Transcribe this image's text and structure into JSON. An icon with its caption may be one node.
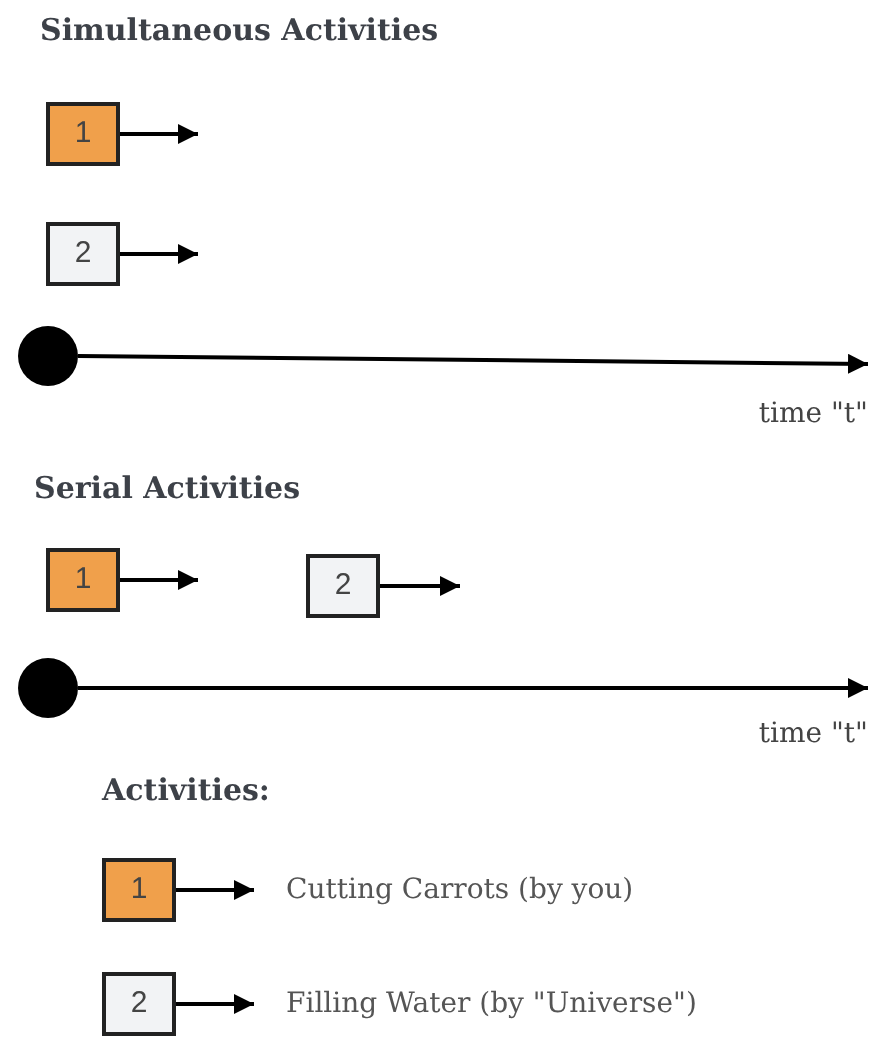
{
  "diagram": {
    "nodes": [
      {
        "text": [
          "1"
        ]
      },
      {
        "text": [
          "2"
        ]
      },
      {
        "text": [],
        "shape": "circle"
      },
      {
        "text": [
          "time \"t\""
        ]
      },
      {
        "text": [
          "1"
        ]
      },
      {
        "text": [
          "2"
        ]
      },
      {
        "text": [],
        "shape": "circle"
      },
      {
        "text": [
          "time \"t\""
        ]
      },
      {
        "text": [
          "1"
        ]
      },
      {
        "text": [
          "Cutting Carrots (by you)"
        ]
      },
      {
        "text": [
          "2"
        ]
      },
      {
        "text": [
          "Filling Water (by \"Universe\")"
        ]
      }
    ],
    "edges": [
      {
        "from": 0,
        "to": null,
        "arrow": "to"
      },
      {
        "from": 1,
        "to": null,
        "arrow": "to"
      },
      {
        "from": 2,
        "to": 3,
        "arrow": "to"
      },
      {
        "from": 4,
        "to": null,
        "arrow": "to"
      },
      {
        "from": 5,
        "to": null,
        "arrow": "to"
      },
      {
        "from": 6,
        "to": 7,
        "arrow": "to"
      },
      {
        "from": 8,
        "to": 9,
        "arrow": "to"
      },
      {
        "from": 10,
        "to": 11,
        "arrow": "to"
      }
    ],
    "labels": [
      "Simultaneous Activities",
      "Serial Activities",
      "Activities:"
    ]
  }
}
